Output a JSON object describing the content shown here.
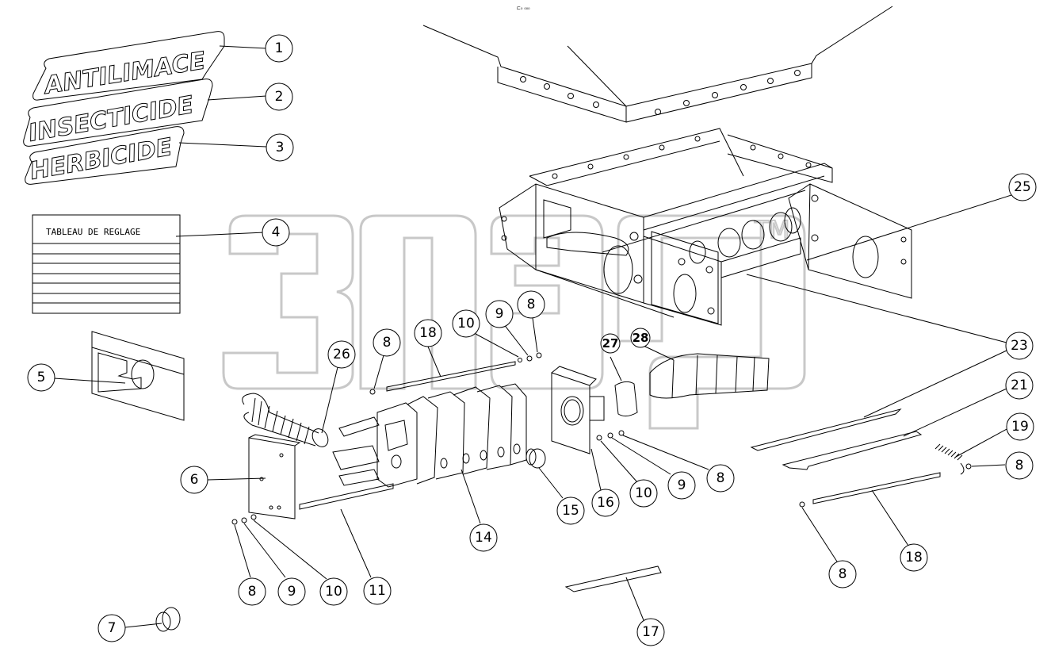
{
  "labels": {
    "decal_1": "ANTILIMACE",
    "decal_2": "INSECTICIDE",
    "decal_3": "HERBICIDE",
    "table_title": "TABLEAU DE REGLAGE",
    "watermark_tm": "TM",
    "top_mark": "⊏₀ ₀₀₀"
  },
  "callouts": {
    "c1": "1",
    "c2": "2",
    "c3": "3",
    "c4": "4",
    "c5": "5",
    "c6": "6",
    "c7": "7",
    "c8a": "8",
    "c8b": "8",
    "c8c": "8",
    "c8d": "8",
    "c8e": "8",
    "c8f": "8",
    "c9a": "9",
    "c9b": "9",
    "c9c": "9",
    "c10a": "10",
    "c10b": "10",
    "c10c": "10",
    "c11": "11",
    "c14": "14",
    "c15": "15",
    "c16": "16",
    "c17": "17",
    "c18a": "18",
    "c18b": "18",
    "c19": "19",
    "c21": "21",
    "c23": "23",
    "c25": "25",
    "c26": "26",
    "c27": "27",
    "c28": "28"
  }
}
